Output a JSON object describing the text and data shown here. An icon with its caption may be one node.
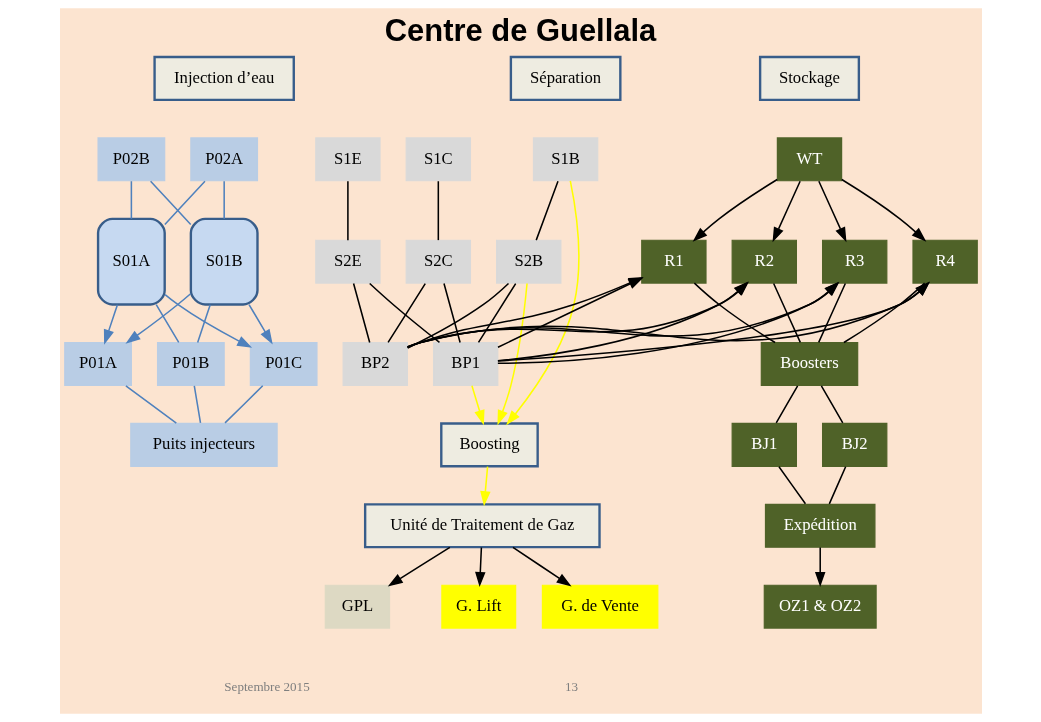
{
  "diagram": {
    "title": "Centre de Guellala",
    "nodes": [
      {
        "text": [
          "Injection d’eau"
        ]
      },
      {
        "text": [
          "Séparation"
        ]
      },
      {
        "text": [
          "Stockage"
        ]
      },
      {
        "text": [
          "P02A"
        ]
      },
      {
        "text": [
          "P02B"
        ]
      },
      {
        "text": [
          "S01A"
        ]
      },
      {
        "text": [
          "S01B"
        ]
      },
      {
        "text": [
          "P01A"
        ]
      },
      {
        "text": [
          "P01B"
        ]
      },
      {
        "text": [
          "P01C"
        ]
      },
      {
        "text": [
          "Puits injecteurs"
        ]
      },
      {
        "text": [
          "S1B"
        ]
      },
      {
        "text": [
          "S1C"
        ]
      },
      {
        "text": [
          "S1E"
        ]
      },
      {
        "text": [
          "S2B"
        ]
      },
      {
        "text": [
          "S2C"
        ]
      },
      {
        "text": [
          "S2E"
        ]
      },
      {
        "text": [
          "BP1"
        ]
      },
      {
        "text": [
          "BP2"
        ]
      },
      {
        "text": [
          "Boosting"
        ]
      },
      {
        "text": [
          "Unité de Traitement de Gaz"
        ]
      },
      {
        "text": [
          "GPL"
        ]
      },
      {
        "text": [
          "G. Lift"
        ]
      },
      {
        "text": [
          "G. de Vente"
        ]
      },
      {
        "text": [
          "WT"
        ]
      },
      {
        "text": [
          "R1"
        ]
      },
      {
        "text": [
          "R2"
        ]
      },
      {
        "text": [
          "R3"
        ]
      },
      {
        "text": [
          "R4"
        ]
      },
      {
        "text": [
          "Boosters"
        ]
      },
      {
        "text": [
          "BJ1"
        ]
      },
      {
        "text": [
          "BJ2"
        ]
      },
      {
        "text": [
          "Expédition"
        ]
      },
      {
        "text": [
          "OZ1 & OZ2"
        ]
      }
    ],
    "edges": [
      {
        "from": 3,
        "to": 5,
        "arrow": "none",
        "color": "#4f81bd"
      },
      {
        "from": 3,
        "to": 6,
        "arrow": "none",
        "color": "#4f81bd"
      },
      {
        "from": 4,
        "to": 5,
        "arrow": "none",
        "color": "#4f81bd"
      },
      {
        "from": 4,
        "to": 6,
        "arrow": "none",
        "color": "#4f81bd"
      },
      {
        "from": 5,
        "to": 7,
        "arrow": "to",
        "color": "#4f81bd"
      },
      {
        "from": 5,
        "to": 8,
        "arrow": "none",
        "color": "#4f81bd"
      },
      {
        "from": 5,
        "to": 9,
        "arrow": "to",
        "color": "#4f81bd"
      },
      {
        "from": 6,
        "to": 7,
        "arrow": "to",
        "color": "#4f81bd"
      },
      {
        "from": 6,
        "to": 8,
        "arrow": "none",
        "color": "#4f81bd"
      },
      {
        "from": 6,
        "to": 9,
        "arrow": "to",
        "color": "#4f81bd"
      },
      {
        "from": 7,
        "to": 10,
        "arrow": "none",
        "color": "#4f81bd"
      },
      {
        "from": 8,
        "to": 10,
        "arrow": "none",
        "color": "#4f81bd"
      },
      {
        "from": 9,
        "to": 10,
        "arrow": "none",
        "color": "#4f81bd"
      },
      {
        "from": 11,
        "to": 14,
        "arrow": "none"
      },
      {
        "from": 12,
        "to": 15,
        "arrow": "none"
      },
      {
        "from": 13,
        "to": 16,
        "arrow": "none"
      },
      {
        "from": 14,
        "to": 17,
        "arrow": "none"
      },
      {
        "from": 14,
        "to": 18,
        "arrow": "none"
      },
      {
        "from": 15,
        "to": 17,
        "arrow": "none"
      },
      {
        "from": 15,
        "to": 18,
        "arrow": "none"
      },
      {
        "from": 16,
        "to": 17,
        "arrow": "none"
      },
      {
        "from": 16,
        "to": 18,
        "arrow": "none"
      },
      {
        "from": 11,
        "to": 19,
        "arrow": "to",
        "color": "#ffff00"
      },
      {
        "from": 14,
        "to": 19,
        "arrow": "to",
        "color": "#ffff00"
      },
      {
        "from": 17,
        "to": 19,
        "arrow": "to",
        "color": "#ffff00"
      },
      {
        "from": 19,
        "to": 20,
        "arrow": "to",
        "color": "#ffff00"
      },
      {
        "from": 20,
        "to": 21,
        "arrow": "to"
      },
      {
        "from": 20,
        "to": 22,
        "arrow": "to"
      },
      {
        "from": 20,
        "to": 23,
        "arrow": "to"
      },
      {
        "from": 17,
        "to": 25,
        "arrow": "to"
      },
      {
        "from": 17,
        "to": 26,
        "arrow": "to"
      },
      {
        "from": 17,
        "to": 27,
        "arrow": "to"
      },
      {
        "from": 17,
        "to": 28,
        "arrow": "to"
      },
      {
        "from": 18,
        "to": 25,
        "arrow": "to"
      },
      {
        "from": 18,
        "to": 26,
        "arrow": "to"
      },
      {
        "from": 18,
        "to": 27,
        "arrow": "to"
      },
      {
        "from": 18,
        "to": 28,
        "arrow": "to"
      },
      {
        "from": 24,
        "to": 25,
        "arrow": "to"
      },
      {
        "from": 24,
        "to": 26,
        "arrow": "to"
      },
      {
        "from": 24,
        "to": 27,
        "arrow": "to"
      },
      {
        "from": 24,
        "to": 28,
        "arrow": "to"
      },
      {
        "from": 25,
        "to": 29,
        "arrow": "none"
      },
      {
        "from": 26,
        "to": 29,
        "arrow": "none"
      },
      {
        "from": 27,
        "to": 29,
        "arrow": "none"
      },
      {
        "from": 28,
        "to": 29,
        "arrow": "none"
      },
      {
        "from": 29,
        "to": 30,
        "arrow": "none"
      },
      {
        "from": 29,
        "to": 31,
        "arrow": "none"
      },
      {
        "from": 30,
        "to": 32,
        "arrow": "none"
      },
      {
        "from": 31,
        "to": 32,
        "arrow": "none"
      },
      {
        "from": 32,
        "to": 33,
        "arrow": "to"
      }
    ],
    "labels": [
      "Septembre 2015",
      "13"
    ]
  }
}
